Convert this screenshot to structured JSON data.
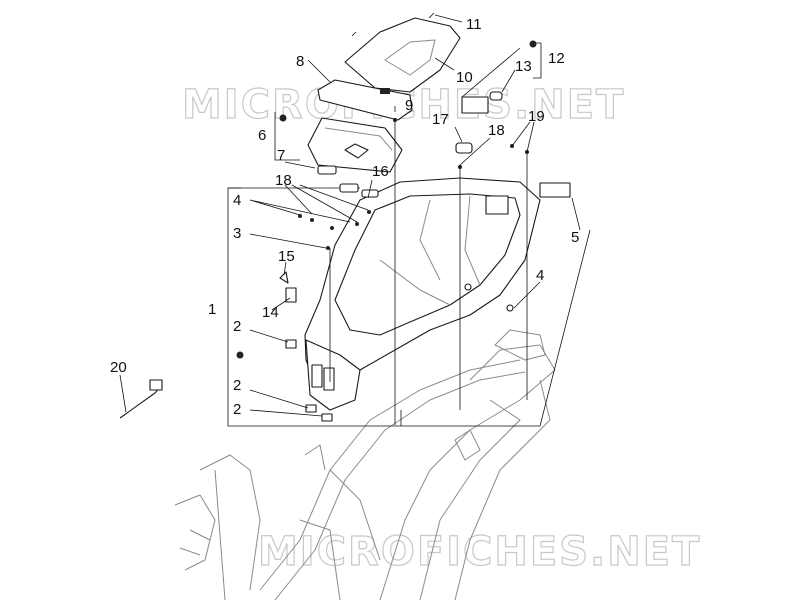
{
  "watermark": "MICROFICHES.NET",
  "callouts": {
    "c1": "1",
    "c2a": "2",
    "c2b": "2",
    "c2c": "2",
    "c3": "3",
    "c4a": "4",
    "c4b": "4",
    "c5": "5",
    "c6": "6",
    "c7": "7",
    "c8": "8",
    "c9": "9",
    "c10": "10",
    "c11": "11",
    "c12": "12",
    "c13": "13",
    "c14": "14",
    "c15": "15",
    "c16": "16",
    "c17": "17",
    "c18a": "18",
    "c18b": "18",
    "c19": "19",
    "c20": "20"
  }
}
